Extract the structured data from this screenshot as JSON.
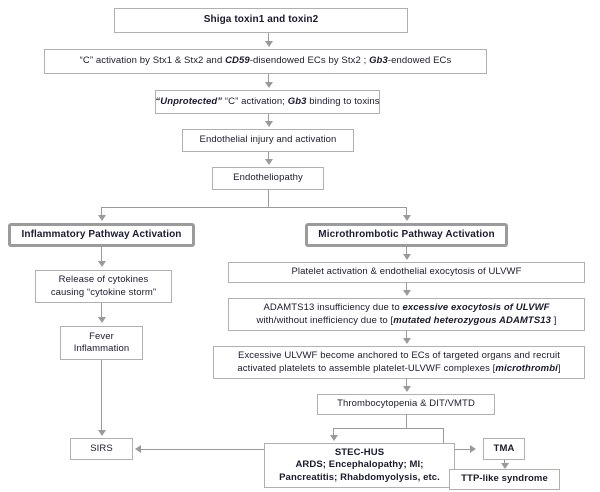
{
  "diagram": {
    "title": "STEC-HUS pathogenesis flowchart",
    "colors": {
      "box_border": "#b0b0b0",
      "pathway_border": "#9b9b9b",
      "connector": "#9a9a9a",
      "text": "#1a1a2e",
      "background": "#ffffff"
    }
  },
  "nodes": {
    "shiga_toxin": {
      "text": "Shiga toxin1 and toxin2"
    },
    "c_activation": {
      "seg1": "“C” activation by Stx1 & Stx2 and ",
      "seg2_em": "CD59",
      "seg3": "-disendowed ECs by Stx2 ; ",
      "seg4_em": "Gb3",
      "seg5": "-endowed ECs"
    },
    "unprotected": {
      "seg1_em": "“Unprotected”",
      "seg2": " “C” activation; ",
      "seg3_em": "Gb3",
      "seg4": " binding to toxins"
    },
    "endothelial_injury": {
      "text": "Endothelial injury and activation"
    },
    "endotheliopathy": {
      "text": "Endotheliopathy"
    },
    "inflammatory_pathway": {
      "text": "Inflammatory Pathway Activation"
    },
    "microthrombotic_pathway": {
      "text": "Microthrombotic Pathway Activation"
    },
    "cytokines": {
      "line1": "Release of cytokines",
      "line2": "causing “cytokine storm”"
    },
    "fever": {
      "line1": "Fever",
      "line2": "Inflammation"
    },
    "sirs": {
      "text": "SIRS"
    },
    "platelet_activation": {
      "text": "Platelet activation & endothelial exocytosis of ULVWF"
    },
    "adamts13": {
      "line1_seg1": "ADAMTS13 insufficiency due to ",
      "line1_seg2_em": "excessive exocytosis of ULVWF",
      "line2_seg1": "with/without inefficiency due to [",
      "line2_seg2_em": "mutated heterozygous ADAMTS13",
      "line2_seg3": " ]"
    },
    "excessive_ulvwf": {
      "line1": "Excessive ULVWF become anchored to ECs of targeted organs and recruit",
      "line2_seg1": "activated platelets to assemble platelet-ULVWF complexes [",
      "line2_seg2_em": "microthrombi",
      "line2_seg3": "]"
    },
    "thrombocytopenia": {
      "text": "Thrombocytopenia  &  DIT/VMTD"
    },
    "stec_hus": {
      "line1": "STEC-HUS",
      "line2": "ARDS; Encephalopathy; MI;",
      "line3": "Pancreatitis; Rhabdomyolysis, etc."
    },
    "tma": {
      "text": "TMA"
    },
    "ttp_like": {
      "text": "TTP-like syndrome"
    }
  }
}
